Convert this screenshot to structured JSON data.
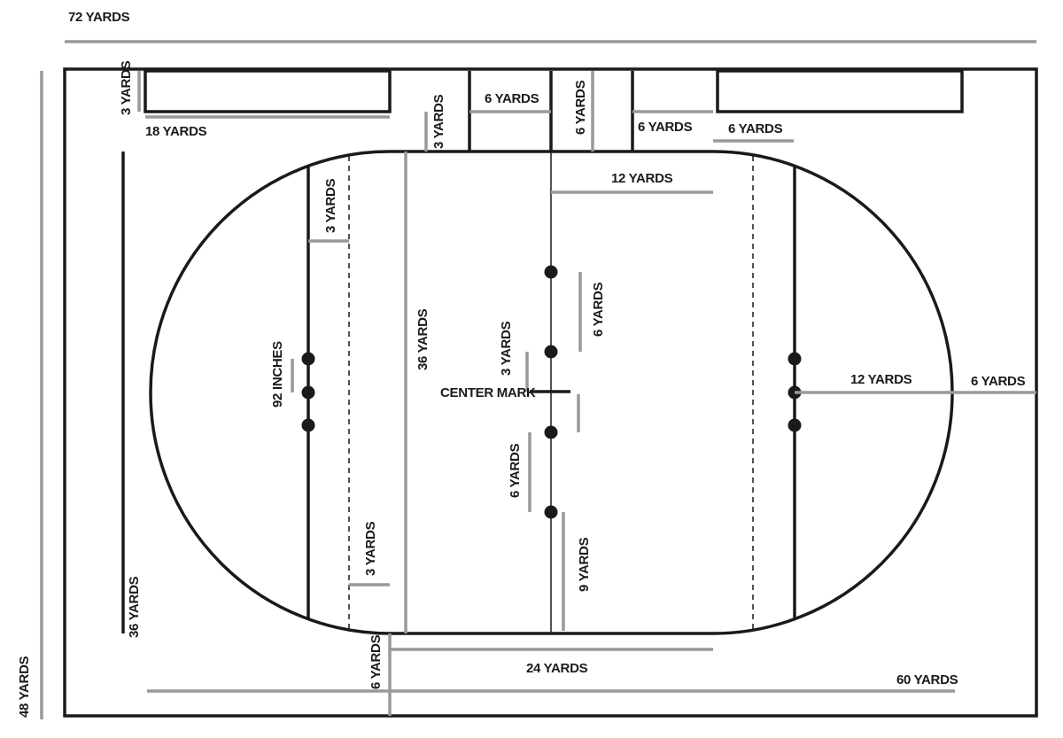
{
  "labels": {
    "overall_width": "72 YARDS",
    "overall_height": "48 YARDS",
    "box_depth": "3 YARDS",
    "box_width": "18 YARDS",
    "box_gap": "3 YARDS",
    "pen_width_left": "6 YARDS",
    "pen_depth": "6 YARDS",
    "pen_width_right": "6 YARDS",
    "right_gap": "6 YARDS",
    "center_half": "12 YARDS",
    "restraining_gap": "3 YARDS",
    "restraining_gap_lower": "3 YARDS",
    "inches": "92 INCHES",
    "center_width": "36 YARDS",
    "center_mark_spacing": "3 YARDS",
    "center_mark": "CENTER MARK",
    "upper_spot": "6 YARDS",
    "lower_spot": "6 YARDS",
    "lower_end": "9 YARDS",
    "goal_radius": "12 YARDS",
    "goal_behind": "6 YARDS",
    "side_height": "36 YARDS",
    "bottom_offset": "6 YARDS",
    "center_length": "24 YARDS",
    "playing_length": "60 YARDS"
  },
  "colors": {
    "field_line": "#1a1a1a",
    "dimension_line": "#999999",
    "background": "#ffffff"
  }
}
